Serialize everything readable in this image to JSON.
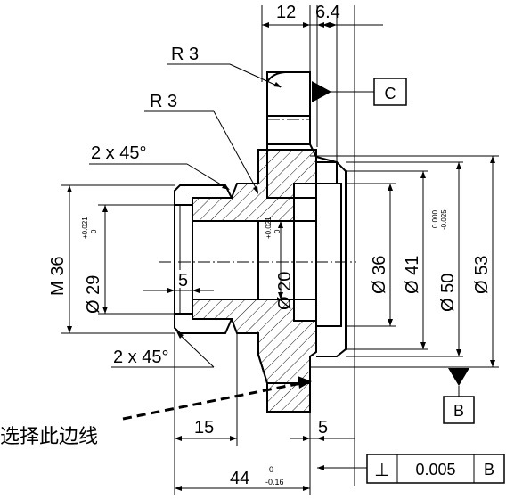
{
  "labels": {
    "r3_top": "R 3",
    "r3_mid": "R 3",
    "chamfer_top": "2 x 45°",
    "chamfer_bottom": "2 x 45°",
    "dim_12": "12",
    "dim_6_4": "6.4",
    "m36": "M  36",
    "d29": "Ø  29",
    "d29_tol_upper": "+0.021",
    "d29_tol_lower": "0",
    "d20": "Ø  20",
    "d20_tol_upper": "+0.021",
    "d20_tol_lower": "0",
    "dim_5_bore": "5",
    "d36": "Ø  36",
    "d41": "Ø  41",
    "d50": "Ø  50",
    "d50_tol_upper": "0.000",
    "d50_tol_lower": "-0.025",
    "d53": "Ø  53",
    "dim_15": "15",
    "dim_5_bottom": "5",
    "dim_44": "44",
    "dim_44_tol_upper": "0",
    "dim_44_tol_lower": "-0.16",
    "select_edge": "选择此边线"
  },
  "datums": {
    "c": "C",
    "b": "B"
  },
  "tolerance_frame": {
    "symbol": "⊥",
    "value": "0.005",
    "datum": "B"
  }
}
